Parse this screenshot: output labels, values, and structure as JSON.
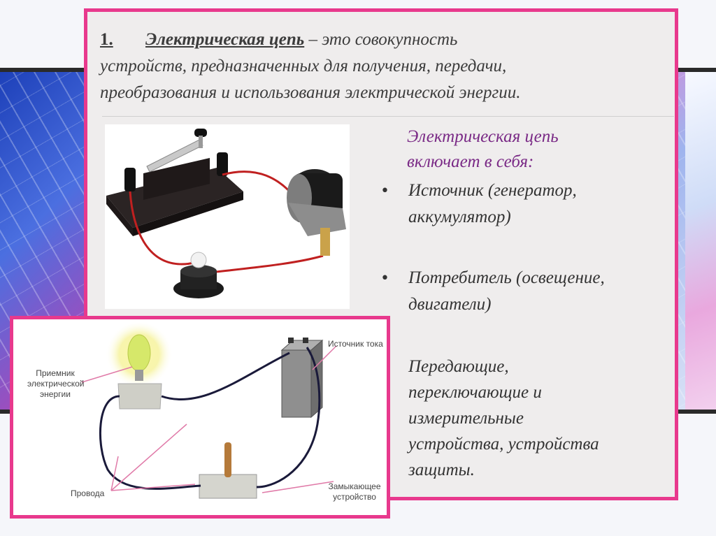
{
  "heading": {
    "number": "1.",
    "term": "Электрическая цепь",
    "dash": " – ",
    "line1_rest": "это совокупность",
    "line2": "устройств, предназначенных для получения, передачи,",
    "line3": "преобразования и использования электрической энергии."
  },
  "includes_title": {
    "line1": "Электрическая цепь",
    "line2": "включает в себя:"
  },
  "bullets": [
    {
      "line1": "Источник (генератор,",
      "line2": "аккумулятор)"
    },
    {
      "line1": "Потребитель (освещение,",
      "line2": "двигатели)"
    }
  ],
  "transmitting": [
    "Передающие,",
    "переключающие и",
    "измерительные",
    "устройства, устройства",
    "защиты."
  ],
  "diagram_labels": {
    "receiver": [
      "Приемник",
      "электрической",
      "энергии"
    ],
    "source": "Источник тока",
    "wires": "Провода",
    "switch": [
      "Замыкающее",
      "устройство"
    ]
  },
  "colors": {
    "accent_border": "#e8398d",
    "title_purple": "#7a2a86",
    "body_text": "#333333"
  }
}
